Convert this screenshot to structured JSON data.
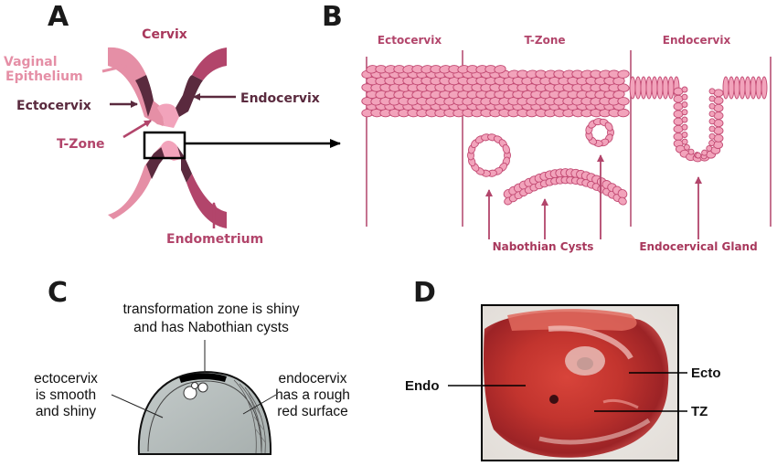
{
  "panels": {
    "a": "A",
    "b": "B",
    "c": "C",
    "d": "D"
  },
  "panel_a": {
    "cervix": "Cervix",
    "vaginal_line1": "Vaginal",
    "vaginal_line2": "Epithelium",
    "ectocervix": "Ectocervix",
    "endocervix": "Endocervix",
    "tzone": "T-Zone",
    "endometrium": "Endometrium"
  },
  "panel_b": {
    "ectocervix": "Ectocervix",
    "tzone": "T-Zone",
    "endocervix": "Endocervix",
    "nabothian": "Nabothian Cysts",
    "gland": "Endocervical Gland"
  },
  "panel_c": {
    "top_line1": "transformation zone is shiny",
    "top_line2": "and has Nabothian cysts",
    "left_line1": "ectocervix",
    "left_line2": "is smooth",
    "left_line3": "and shiny",
    "right_line1": "endocervix",
    "right_line2": "has a rough",
    "right_line3": "red surface"
  },
  "panel_d": {
    "endo": "Endo",
    "ecto": "Ecto",
    "tz": "TZ"
  },
  "colors": {
    "dark_purple": "#5a2a3e",
    "mid_pink": "#b2456b",
    "light_pink": "#e58fa6",
    "cell_fill": "#f2a3bb",
    "cell_stroke": "#c24a73",
    "label_red": "#a8385c"
  }
}
